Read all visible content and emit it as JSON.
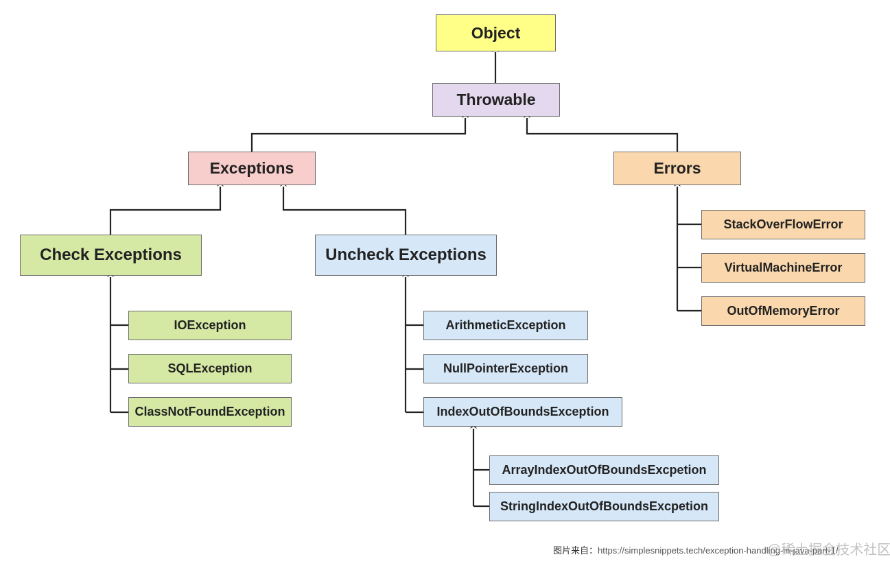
{
  "nodes": {
    "object": "Object",
    "throwable": "Throwable",
    "exceptions": "Exceptions",
    "errors": "Errors",
    "check_exceptions": "Check Exceptions",
    "uncheck_exceptions": "Uncheck Exceptions",
    "check_leaves": [
      "IOException",
      "SQLException",
      "ClassNotFoundException"
    ],
    "uncheck_leaves": [
      "ArithmeticException",
      "NullPointerException",
      "IndexOutOfBoundsException"
    ],
    "index_leaves": [
      "ArrayIndexOutOfBoundsExcpetion",
      "StringIndexOutOfBoundsExcpetion"
    ],
    "error_leaves": [
      "StackOverFlowError",
      "VirtualMachineError",
      "OutOfMemoryError"
    ]
  },
  "caption": {
    "prefix": "图片来自：",
    "url": "https://simplesnippets.tech/exception-handling-in-java-part-1/"
  },
  "watermark": "@稀土掘金技术社区",
  "colors": {
    "object": "#ffff88",
    "throwable": "#e4d8ee",
    "exceptions": "#f8cecc",
    "errors": "#fad7ac",
    "check": "#d5e8a4",
    "uncheck": "#d6e7f8",
    "line": "#222222"
  }
}
